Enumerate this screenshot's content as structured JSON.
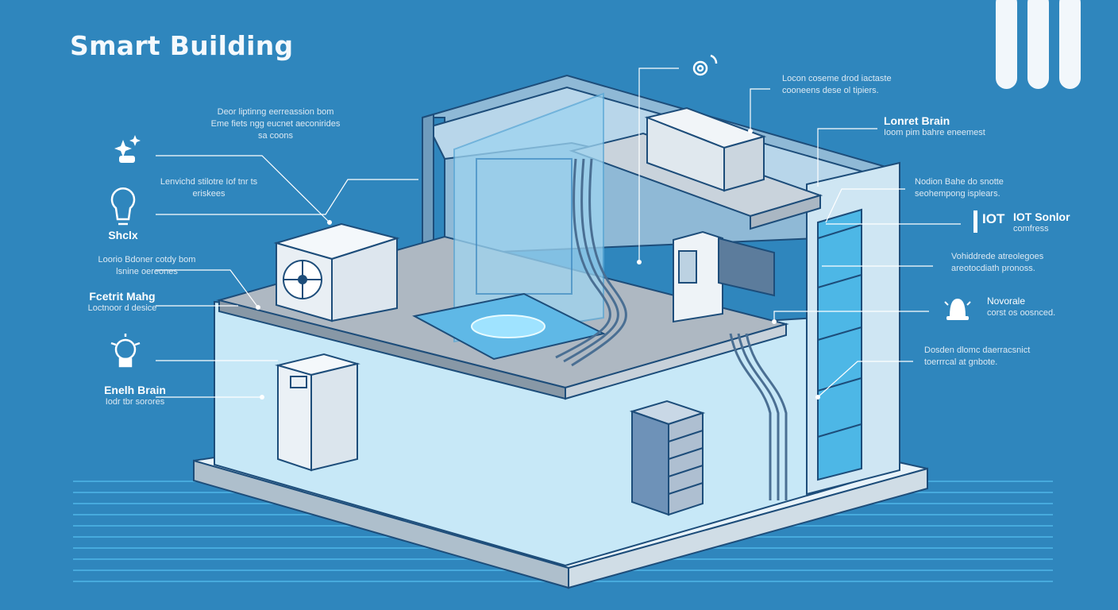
{
  "title": "Smart Building",
  "left_callouts": [
    {
      "heading": "",
      "body": "Deor liptinng eerreassion bom Eme fiets ngg eucnet aeconirides sa coons"
    },
    {
      "heading": "",
      "body": "Lenvichd stilotre Iof tnr ts eriskees"
    },
    {
      "heading": "Shclx",
      "body": ""
    },
    {
      "heading": "",
      "body": "Loorio Bdoner cotdy bom lsnine oereones"
    },
    {
      "heading": "Fcetrit Mahg",
      "body": "Loctnoor d desice"
    },
    {
      "heading": "Enelh Brain",
      "body": "Iodr tbr sorores"
    }
  ],
  "right_callouts": [
    {
      "heading": "",
      "body": "Locon coseme drod iactaste cooneens dese ol tipiers."
    },
    {
      "heading": "Lonret Brain",
      "body": "Ioom pim bahre eneemest"
    },
    {
      "heading": "",
      "body": "Nodion Bahe do snotte seohempong isplears."
    },
    {
      "heading": "IOT Sonlor",
      "body": "comfress",
      "badge": "IOT"
    },
    {
      "heading": "",
      "body": "Vohiddrede atreolegoes areotocdiath pronoss."
    },
    {
      "heading": "Novorale",
      "body": "corst os oosnced."
    },
    {
      "heading": "",
      "body": "Dosden dlomc daerracsnict toerrrcal at gnbote."
    }
  ],
  "colors": {
    "background": "#2f86bd",
    "line": "#1d4d7a",
    "glass": "#a9dcf3",
    "accent_bar": "#f2f7fb"
  },
  "icons": [
    "sparkle-icon",
    "lightbulb-icon",
    "smart-bulb-icon",
    "gear-wifi-icon",
    "alarm-icon",
    "iot-sensor-icon"
  ]
}
